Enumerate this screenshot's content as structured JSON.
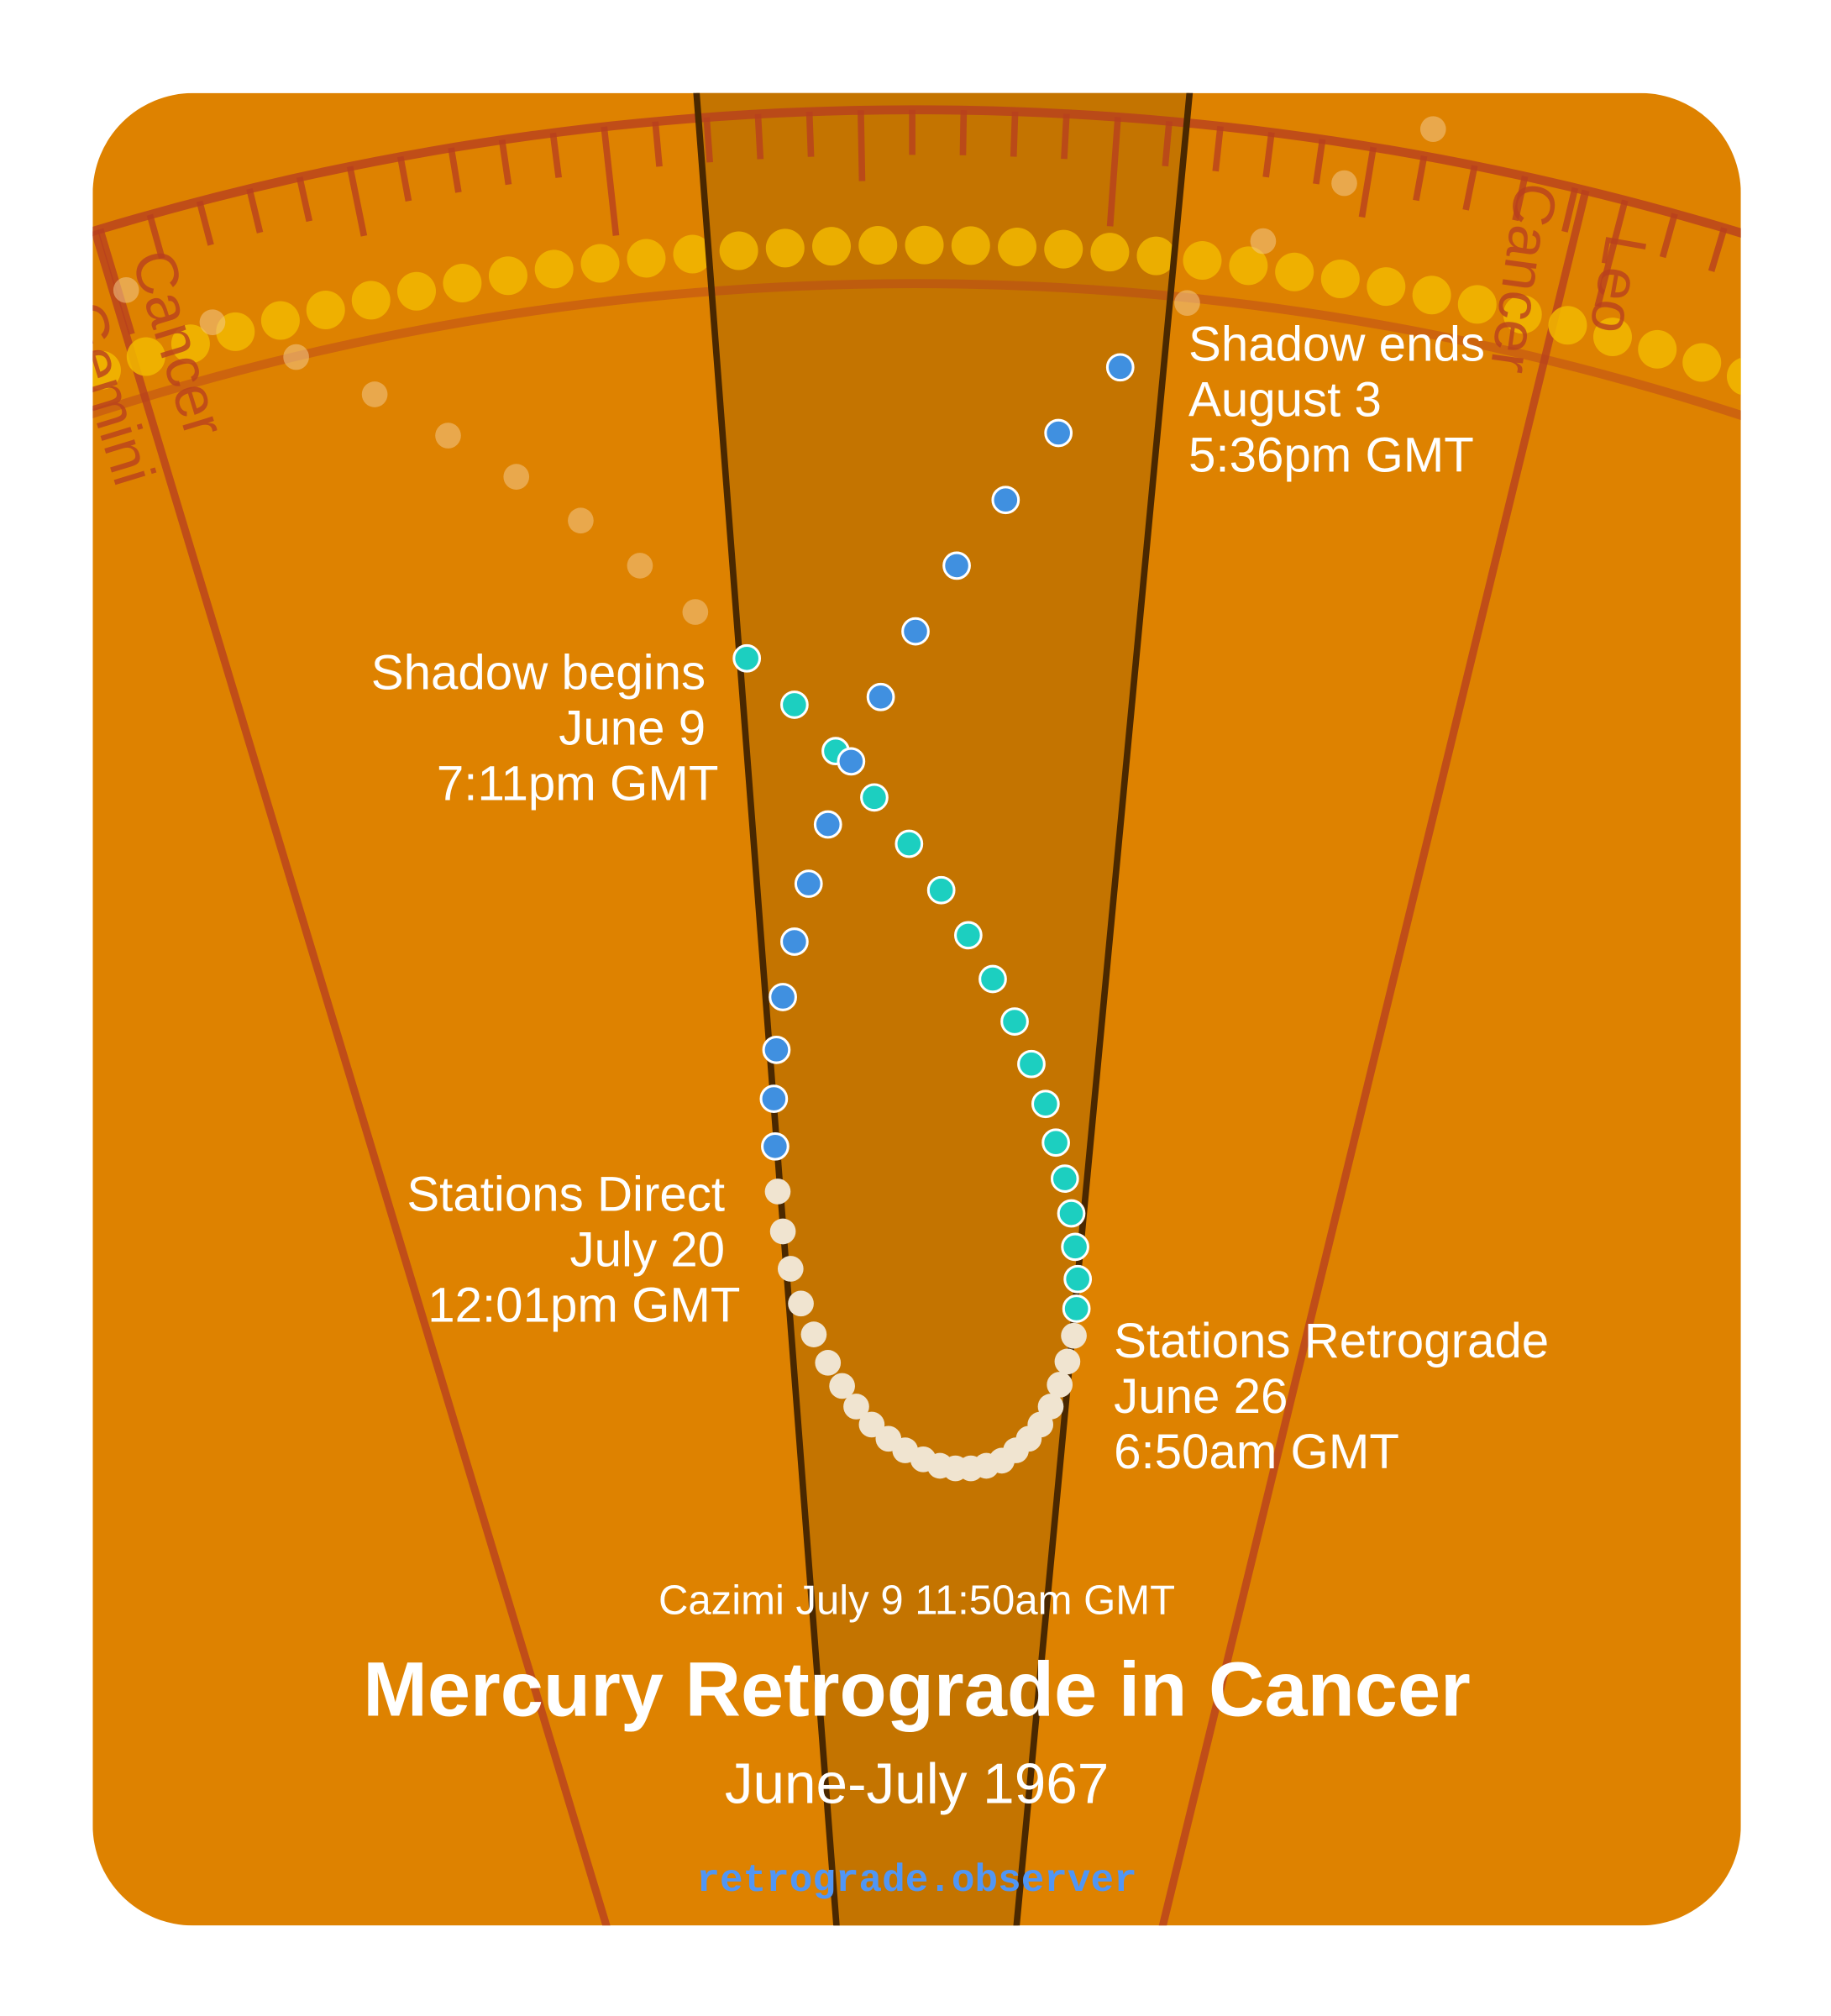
{
  "colors": {
    "background": "#DE8200",
    "shadow_band": "#C47400",
    "shadow_edge": "#4A2800",
    "zodiac_lines": "#B8401E",
    "sun_path": "#F2B800",
    "pre_shadow": "#1CCFC0",
    "retrograde": "#F0E4D0",
    "post_shadow": "#4090E0",
    "faded_path": "#F3C88A",
    "footer": "#5096F5"
  },
  "signs": {
    "left_outer": "Gemini",
    "left": "Cancer",
    "right": "Cancer",
    "right_outer": "Leo"
  },
  "events": {
    "shadow_begins": {
      "title": "Shadow begins",
      "date": "June 9",
      "time": "7:11pm GMT"
    },
    "shadow_ends": {
      "title": "Shadow ends",
      "date": "August 3",
      "time": "5:36pm GMT"
    },
    "stations_direct": {
      "title": "Stations Direct",
      "date": "July 20",
      "time": "12:01pm GMT"
    },
    "stations_retrograde": {
      "title": "Stations Retrograde",
      "date": "June 26",
      "time": "6:50am GMT"
    },
    "cazimi": "Cazimi July 9 11:50am GMT"
  },
  "title": "Mercury Retrograde in Cancer",
  "subtitle": "June-July 1967",
  "footer": "retrograde.observer"
}
